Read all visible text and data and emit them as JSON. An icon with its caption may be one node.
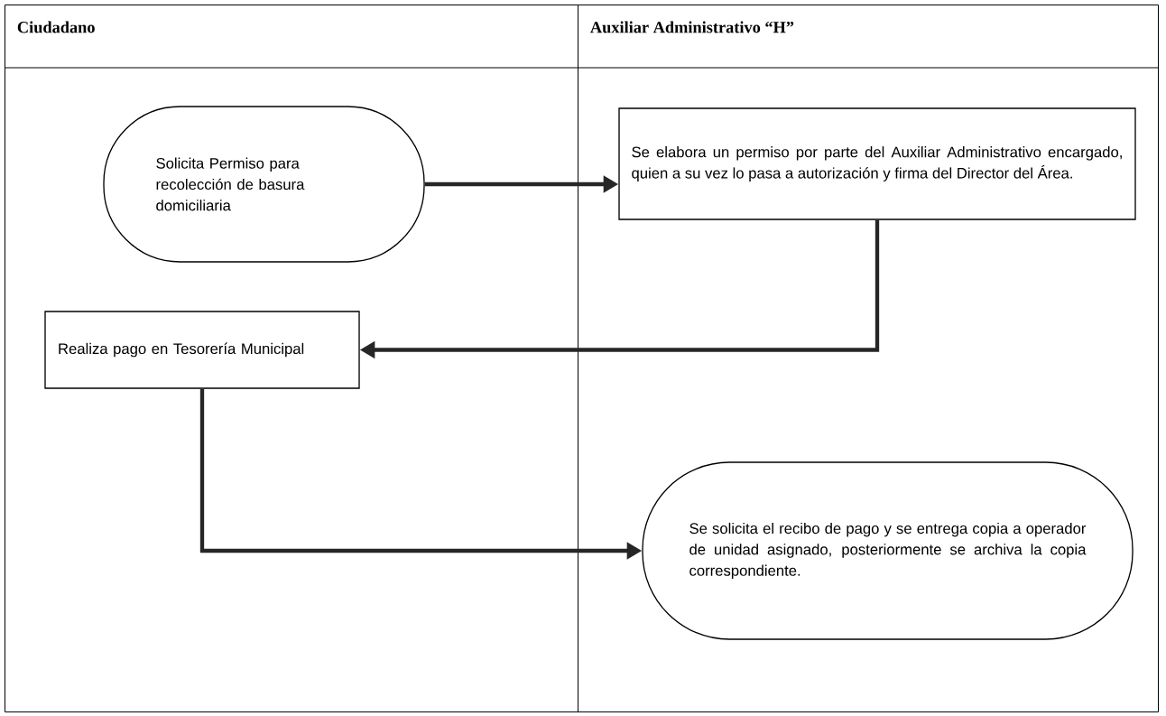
{
  "diagram": {
    "nodes": [
      {
        "text": [
          "Ciudadano"
        ]
      },
      {
        "text": [
          "Auxiliar Administrativo “H”"
        ]
      },
      {
        "text": [
          "Solicita Permiso para recolección de basura domiciliaria"
        ],
        "in": 0
      },
      {
        "text": [
          "Se elabora un permiso por parte del Auxiliar Administrativo encargado, quien a su vez lo pasa a autorización y firma del Director del Área."
        ],
        "in": 1
      },
      {
        "text": [
          "Realiza pago en Tesorería Municipal"
        ],
        "in": 0
      },
      {
        "text": [
          "Se solicita el recibo de pago y se entrega copia a operador de unidad asignado, posteriormente se archiva la copia correspondiente."
        ],
        "in": 1
      }
    ],
    "edges": [
      {
        "from": 2,
        "to": 3,
        "arrow": "to"
      },
      {
        "from": 3,
        "to": 4,
        "arrow": "to"
      },
      {
        "from": 4,
        "to": 5,
        "arrow": "to"
      }
    ]
  }
}
